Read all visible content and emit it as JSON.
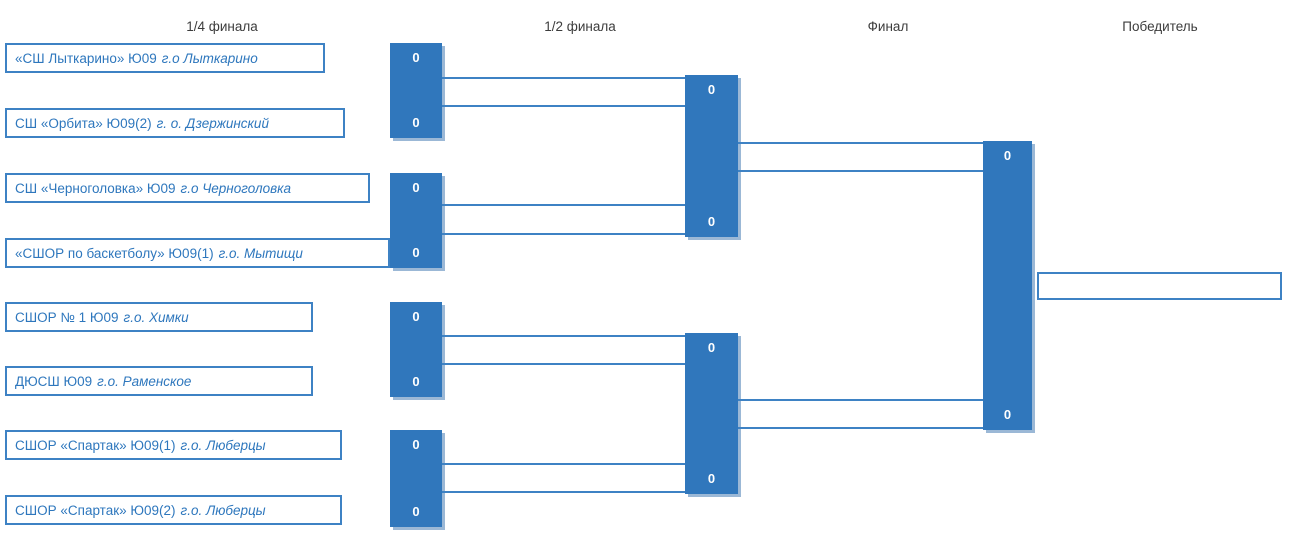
{
  "round_headers": [
    {
      "label": "1/4 финала"
    },
    {
      "label": "1/2 финала"
    },
    {
      "label": "Финал"
    },
    {
      "label": "Победитель"
    }
  ],
  "teams": [
    {
      "name": "«СШ Лыткарино» Ю09",
      "city": "г.о Лыткарино"
    },
    {
      "name": "СШ «Орбита» Ю09(2)",
      "city": "г. о. Дзержинский"
    },
    {
      "name": "СШ «Черноголовка» Ю09",
      "city": "г.о Черноголовка"
    },
    {
      "name": "«СШОР по баскетболу» Ю09(1)",
      "city": "г.о. Мытищи"
    },
    {
      "name": "СШОР № 1 Ю09",
      "city": "г.о. Химки"
    },
    {
      "name": "ДЮСШ Ю09",
      "city": "г.о. Раменское"
    },
    {
      "name": "СШОР «Спартак» Ю09(1)",
      "city": "г.о. Люберцы"
    },
    {
      "name": "СШОР «Спартак» Ю09(2)",
      "city": "г.о. Люберцы"
    }
  ],
  "quarterfinals": [
    {
      "score_top": "0",
      "score_bottom": "0"
    },
    {
      "score_top": "0",
      "score_bottom": "0"
    },
    {
      "score_top": "0",
      "score_bottom": "0"
    },
    {
      "score_top": "0",
      "score_bottom": "0"
    }
  ],
  "semifinals": [
    {
      "score_top": "0",
      "score_bottom": "0"
    },
    {
      "score_top": "0",
      "score_bottom": "0"
    }
  ],
  "final": {
    "score_top": "0",
    "score_bottom": "0"
  },
  "winner": {
    "name": ""
  },
  "colors": {
    "box_fill_blue": "#3077BC",
    "line_blue": "#3E82C4",
    "team_text_blue": "#2E77BD",
    "header_text": "#3C3C3C",
    "score_text": "#FFFFFF"
  }
}
